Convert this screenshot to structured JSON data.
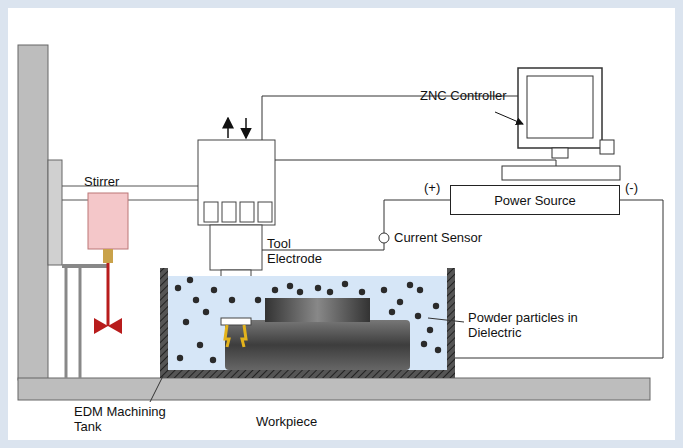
{
  "diagram": {
    "nodes": [
      {
        "text": [
          "Power Source"
        ]
      }
    ],
    "labels": [
      "ZNC Controller",
      "(+)",
      "(-)",
      "Current Sensor",
      "Stirrer",
      "Tool Electrode",
      "Powder particles in Dielectric",
      "EDM Machining Tank",
      "Workpiece"
    ]
  }
}
